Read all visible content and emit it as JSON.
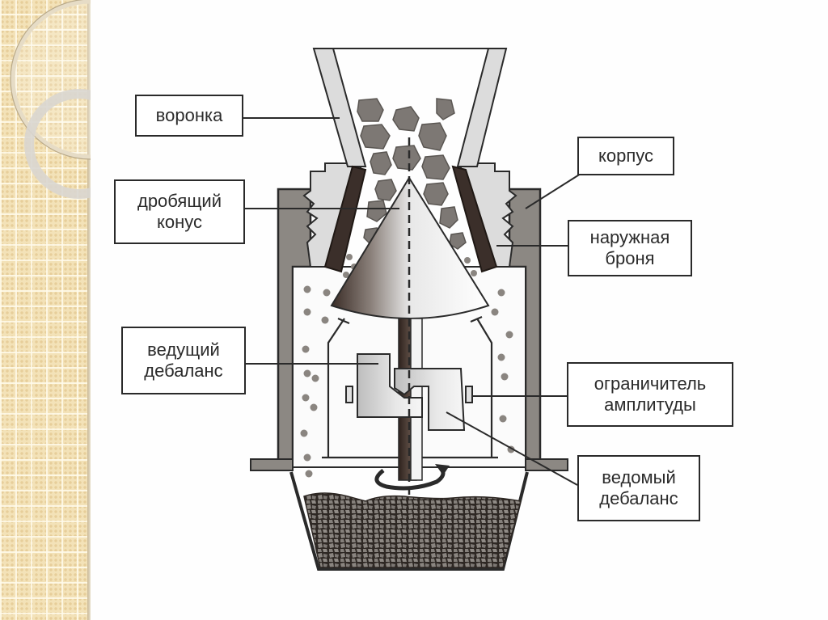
{
  "slide": {
    "diagram_title": "Конусная инерционная дробилка (схема)",
    "labels": {
      "funnel": [
        "воронка"
      ],
      "crushing_cone": [
        "дробящий",
        "конус"
      ],
      "housing": [
        "корпус"
      ],
      "outer_armor": [
        "наружная",
        "броня"
      ],
      "driving_unbalance": [
        "ведущий",
        "дебаланс"
      ],
      "amplitude_limiter": [
        "ограничитель",
        "амплитуды"
      ],
      "driven_unbalance": [
        "ведомый",
        "дебаланс"
      ]
    },
    "colors": {
      "background_panel": "#f3e2b8",
      "stroke": "#2a2a2a",
      "housing_fill": "#8c8883",
      "armor_fill": "#3b2f2a",
      "rock_fill": "#7d7874",
      "light_fill": "#dcdcdc",
      "shaft_fill": "#4a3a33"
    }
  }
}
